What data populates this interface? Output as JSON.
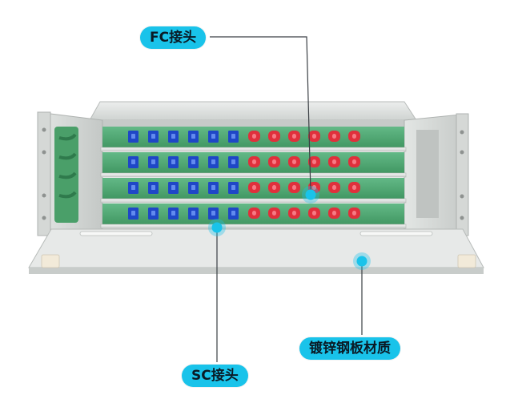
{
  "callouts": {
    "fc_connector": "FC接头",
    "sc_connector": "SC接头",
    "material": "镀锌钢板材质"
  },
  "colors": {
    "callout_bg": "#19c3ea",
    "sc_adapter": "#1f47c7",
    "fc_adapter": "#e0303c",
    "splice_tray": "#4fa86f",
    "chassis": "#d9ddda"
  }
}
